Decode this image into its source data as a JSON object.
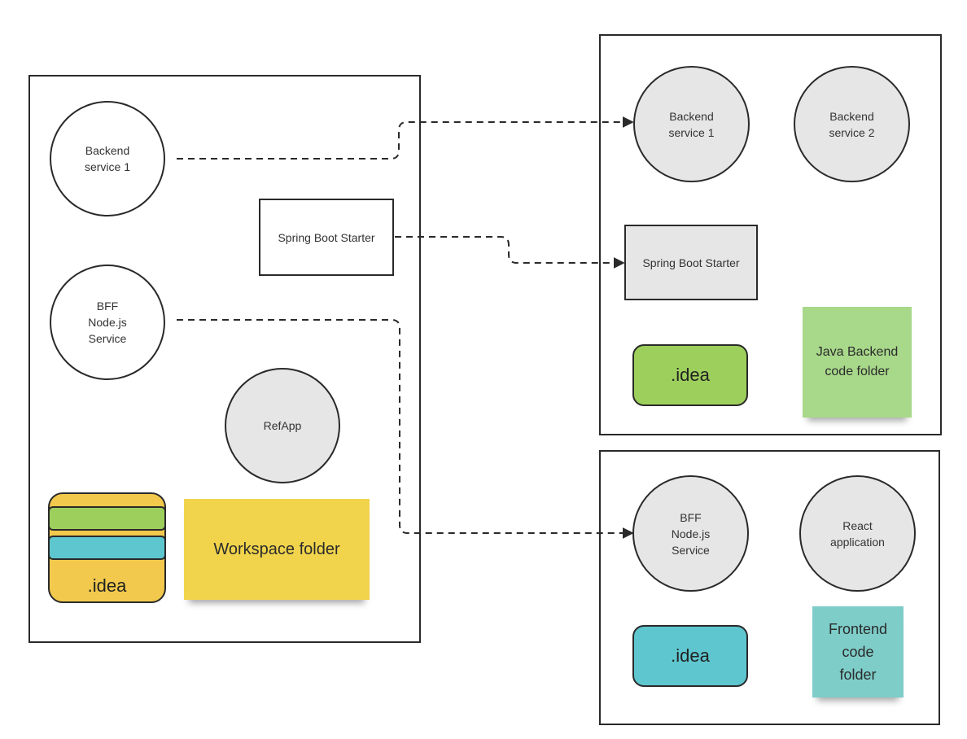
{
  "workspace": {
    "backend_service": "Backend\nservice 1",
    "spring_boot": "Spring Boot Starter",
    "bff": "BFF\nNode.js\nService",
    "refapp": "RefApp",
    "idea": ".idea",
    "folder_note": "Workspace folder"
  },
  "java_backend": {
    "service1": "Backend\nservice 1",
    "service2": "Backend\nservice 2",
    "spring_boot": "Spring Boot Starter",
    "idea": ".idea",
    "folder_note": "Java Backend\ncode folder"
  },
  "frontend": {
    "bff": "BFF\nNode.js\nService",
    "react": "React\napplication",
    "idea": ".idea",
    "folder_note": "Frontend\ncode\nfolder"
  },
  "colors": {
    "green": "#9dcf5d",
    "teal": "#5ec6cf",
    "yellow": "#f2c94c",
    "sticky_yellow": "#f1d44c",
    "sticky_green": "#a8d88a",
    "sticky_teal": "#7ecdc9",
    "grey": "#e6e6e6"
  }
}
